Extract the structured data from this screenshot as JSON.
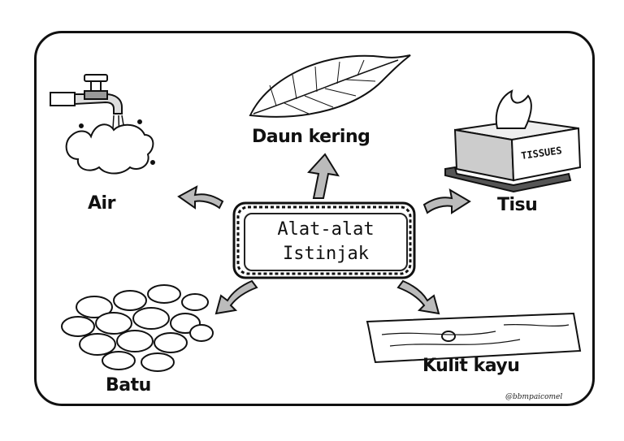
{
  "center": {
    "line1": "Alat-alat",
    "line2": "Istinjak"
  },
  "items": {
    "daun": "Daun kering",
    "air": "Air",
    "tisu": "Tisu",
    "batu": "Batu",
    "kulit": "Kulit kayu"
  },
  "tissue_box_text": "TISSUES",
  "credit": "@bbmpaicomel"
}
